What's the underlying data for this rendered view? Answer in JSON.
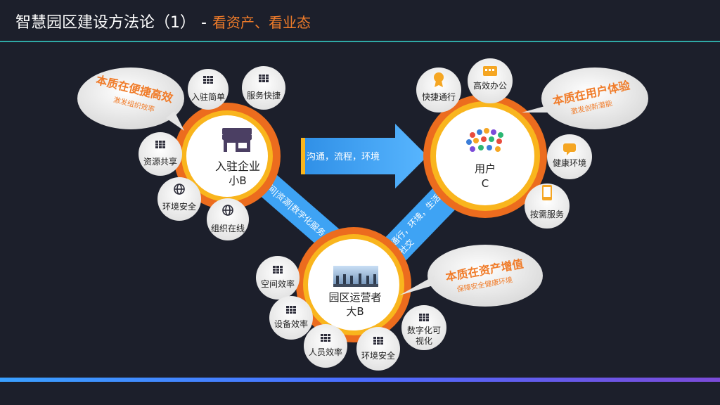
{
  "title": {
    "main": "智慧园区建设方法论（1）",
    "separator": "-",
    "sub": "看资产、看业态"
  },
  "colors": {
    "orange_outer": "#ec6c1e",
    "yellow_ring": "#f9b51d",
    "arrow_blue": "#3ea3f4",
    "accent_text": "#f07c2a"
  },
  "nodes": {
    "enterprise": {
      "line1": "入驻企业",
      "line2": "小B",
      "icon": "storefront-icon"
    },
    "user": {
      "line1": "用户",
      "line2": "C",
      "icon": "people-icon"
    },
    "operator": {
      "line1": "园区运营者",
      "line2": "大B",
      "icon": "meeting-photo-icon"
    }
  },
  "satellites": {
    "enterprise": [
      {
        "label": "入驻简单",
        "icon": "grid-icon"
      },
      {
        "label": "服务快捷",
        "icon": "grid-icon"
      },
      {
        "label": "资源共享",
        "icon": "grid-icon"
      },
      {
        "label": "环境安全",
        "icon": "globe-icon"
      },
      {
        "label": "组织在线",
        "icon": "globe-icon"
      }
    ],
    "user": [
      {
        "label": "快捷通行",
        "icon": "badge-icon"
      },
      {
        "label": "高效办公",
        "icon": "calendar-icon"
      },
      {
        "label": "健康环境",
        "icon": "chat-icon"
      },
      {
        "label": "按需服务",
        "icon": "phone-icon"
      }
    ],
    "operator": [
      {
        "label": "空间效率",
        "icon": "grid-icon"
      },
      {
        "label": "设备效率",
        "icon": "grid-icon"
      },
      {
        "label": "人员效率",
        "icon": "grid-icon"
      },
      {
        "label": "环境安全",
        "icon": "grid-icon"
      },
      {
        "label": "数字化可",
        "label2": "视化",
        "icon": "grid-icon"
      }
    ]
  },
  "arrows": {
    "enterprise_to_user": "沟通，流程，环境",
    "operator_to_enterprise": "空间|资源|数字化服务",
    "operator_to_user_1": "通行，环境，生活，",
    "operator_to_user_2": "社交"
  },
  "callouts": {
    "enterprise": {
      "main": "本质在便捷高效",
      "sub": "激发组织效率"
    },
    "user": {
      "main": "本质在用户体验",
      "sub": "激发创新潜能"
    },
    "operator": {
      "main": "本质在资产增值",
      "sub": "保障安全健康环境"
    }
  }
}
